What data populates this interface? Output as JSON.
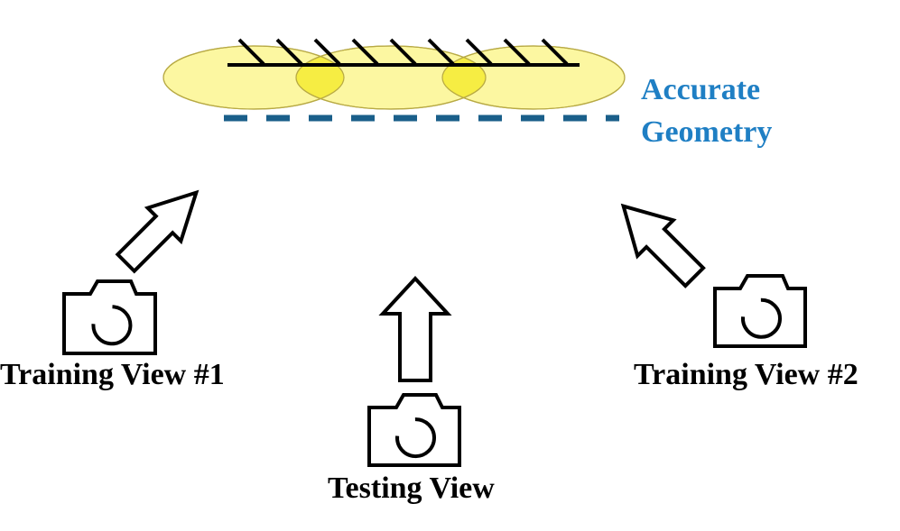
{
  "labels": {
    "training_view_1": "Training View #1",
    "training_view_2": "Training View #2",
    "testing_view": "Testing View"
  },
  "geometry_label": {
    "line1": "Accurate",
    "line2": "Geometry"
  },
  "colors": {
    "geometry_text": "#1f7fc4",
    "dashed_line": "#1a5f8a",
    "ellipse_fill": "#fbf58a",
    "ellipse_overlap": "#f4ea2a",
    "ellipse_stroke": "#b8aa45",
    "stroke": "#000000"
  },
  "icons": {
    "camera": "camera-icon",
    "arrow": "hollow-arrow-icon"
  }
}
